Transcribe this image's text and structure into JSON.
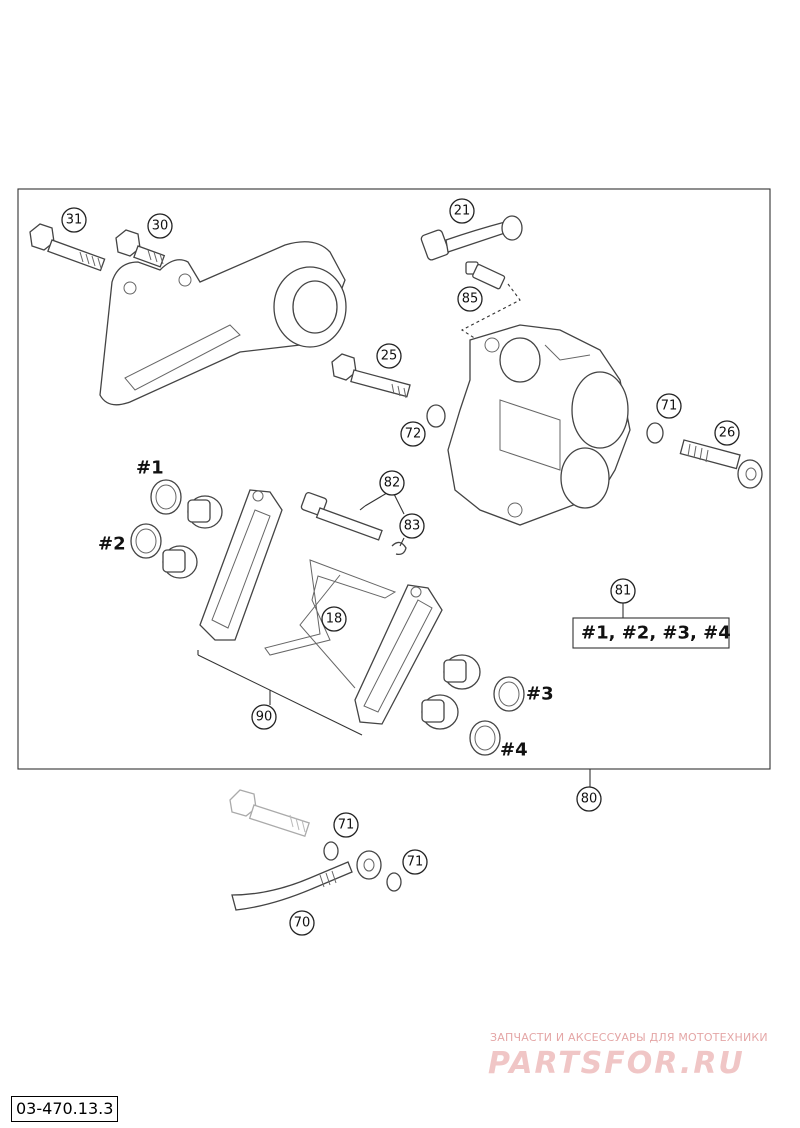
{
  "diagram_code": "03-470.13.3",
  "watermark": {
    "tagline": "ЗАПЧАСТИ И АКСЕССУАРЫ ДЛЯ МОТОТЕХНИКИ",
    "logo": "PARTSFOR.RU"
  },
  "callouts": [
    "31",
    "30",
    "21",
    "85",
    "25",
    "72",
    "71",
    "26",
    "82",
    "83",
    "18",
    "90",
    "80",
    "71",
    "71",
    "70"
  ],
  "set_labels": [
    "#1",
    "#2",
    "#3",
    "#4"
  ],
  "kit": {
    "number": "81",
    "contents": "#1, #2, #3, #4"
  }
}
